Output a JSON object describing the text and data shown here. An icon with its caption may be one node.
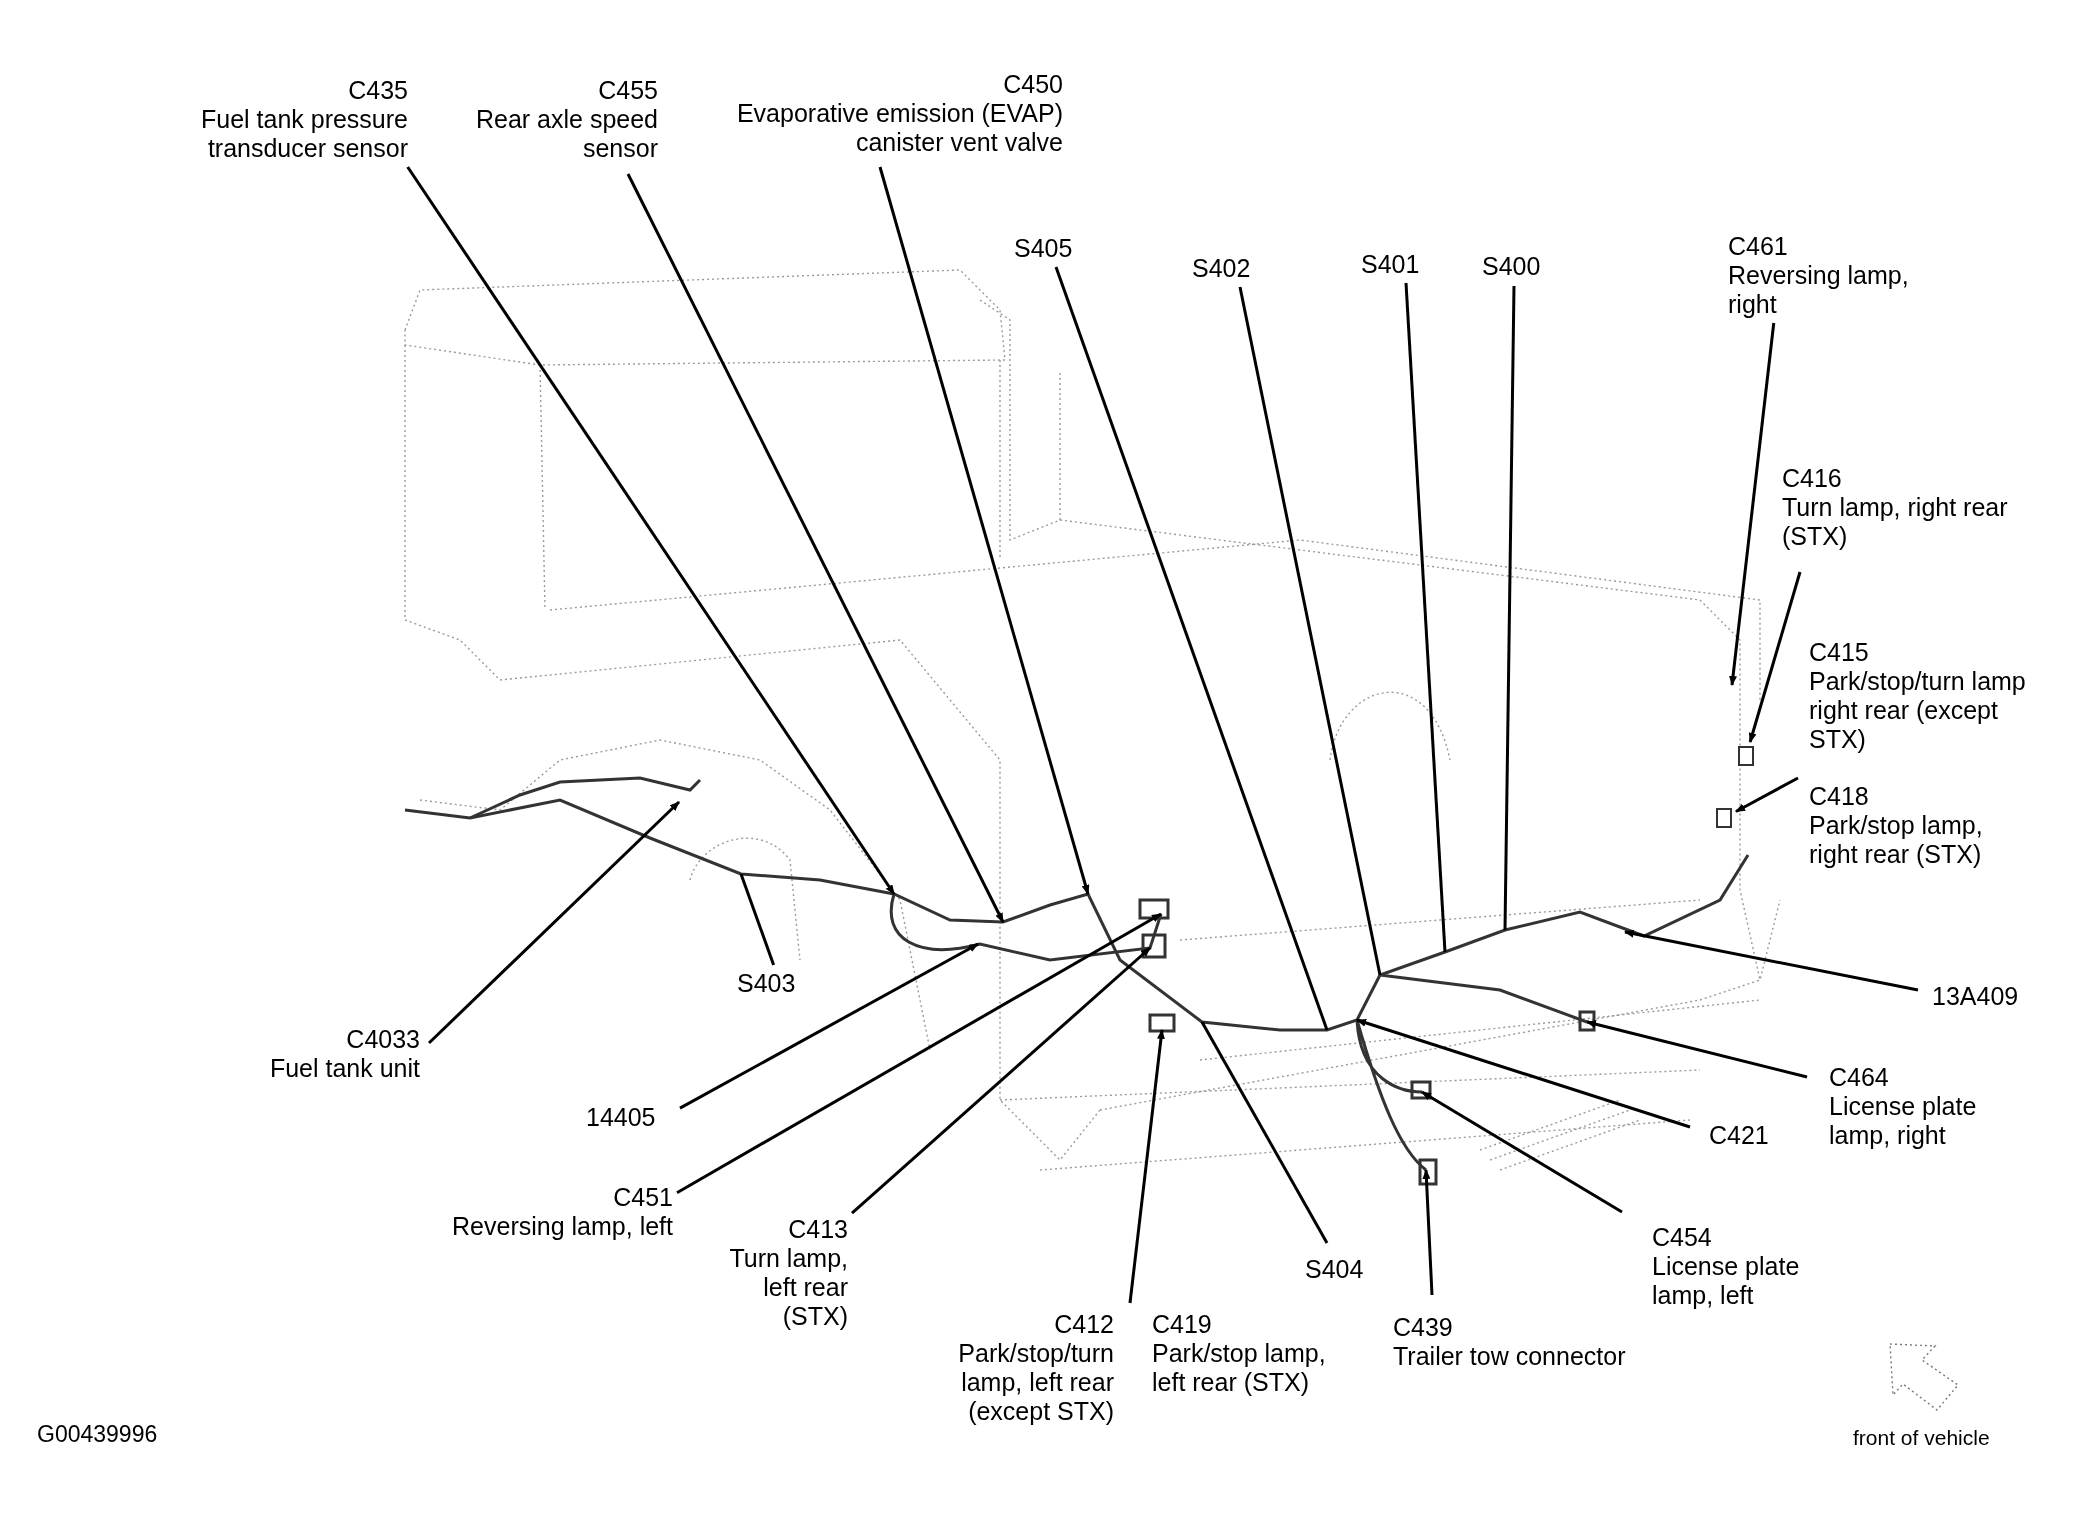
{
  "diagram": {
    "nodes": [
      {
        "text": [
          "C435",
          "Fuel tank pressure transducer sensor"
        ]
      },
      {
        "text": [
          "C455",
          "Rear axle speed sensor"
        ]
      },
      {
        "text": [
          "C450",
          "Evaporative emission (EVAP) canister vent valve"
        ]
      },
      {
        "text": [
          "S405"
        ]
      },
      {
        "text": [
          "S402"
        ]
      },
      {
        "text": [
          "S401"
        ]
      },
      {
        "text": [
          "S400"
        ]
      },
      {
        "text": [
          "C461",
          "Reversing lamp, right"
        ]
      },
      {
        "text": [
          "C416",
          "Turn lamp, right rear (STX)"
        ]
      },
      {
        "text": [
          "C415",
          "Park/stop/turn lamp right rear (except STX)"
        ]
      },
      {
        "text": [
          "C418",
          "Park/stop lamp, right rear (STX)"
        ]
      },
      {
        "text": [
          "13A409"
        ]
      },
      {
        "text": [
          "C464",
          "License plate lamp, right"
        ]
      },
      {
        "text": [
          "C421"
        ]
      },
      {
        "text": [
          "C454",
          "License plate lamp, left"
        ]
      },
      {
        "text": [
          "C439",
          "Trailer tow connector"
        ]
      },
      {
        "text": [
          "C419",
          "Park/stop lamp, left rear (STX)"
        ]
      },
      {
        "text": [
          "C412",
          "Park/stop/turn lamp, left rear (except STX)"
        ]
      },
      {
        "text": [
          "S404"
        ]
      },
      {
        "text": [
          "C413",
          "Turn lamp, left rear (STX)"
        ]
      },
      {
        "text": [
          "C451",
          "Reversing lamp, left"
        ]
      },
      {
        "text": [
          "14405"
        ]
      },
      {
        "text": [
          "C4033",
          "Fuel tank unit"
        ]
      },
      {
        "text": [
          "S403"
        ]
      },
      {
        "text": [],
        "shape": "box"
      },
      {
        "text": [],
        "shape": "box"
      }
    ],
    "edges": [
      {
        "from": 0,
        "to": null,
        "arrow": "to"
      },
      {
        "from": 1,
        "to": null,
        "arrow": "to"
      },
      {
        "from": 2,
        "to": null,
        "arrow": "to"
      },
      {
        "from": 3,
        "to": null,
        "arrow": "none"
      },
      {
        "from": 4,
        "to": null,
        "arrow": "none"
      },
      {
        "from": 5,
        "to": null,
        "arrow": "none"
      },
      {
        "from": 6,
        "to": null,
        "arrow": "none"
      },
      {
        "from": 7,
        "to": null,
        "arrow": "to"
      },
      {
        "from": 8,
        "to": 24,
        "arrow": "to"
      },
      {
        "from": 10,
        "to": 25,
        "arrow": "to"
      },
      {
        "from": 11,
        "to": null,
        "arrow": "to"
      },
      {
        "from": 12,
        "to": null,
        "arrow": "to"
      },
      {
        "from": 13,
        "to": null,
        "arrow": "to"
      },
      {
        "from": 14,
        "to": null,
        "arrow": "to"
      },
      {
        "from": 15,
        "to": null,
        "arrow": "to"
      },
      {
        "from": 17,
        "to": null,
        "arrow": "to"
      },
      {
        "from": 18,
        "to": null,
        "arrow": "none"
      },
      {
        "from": 19,
        "to": null,
        "arrow": "to"
      },
      {
        "from": 20,
        "to": null,
        "arrow": "to"
      },
      {
        "from": 21,
        "to": null,
        "arrow": "to"
      },
      {
        "from": 22,
        "to": null,
        "arrow": "to"
      },
      {
        "from": 23,
        "to": null,
        "arrow": "none"
      }
    ],
    "labels": [
      "G00439996",
      "front of vehicle"
    ]
  }
}
